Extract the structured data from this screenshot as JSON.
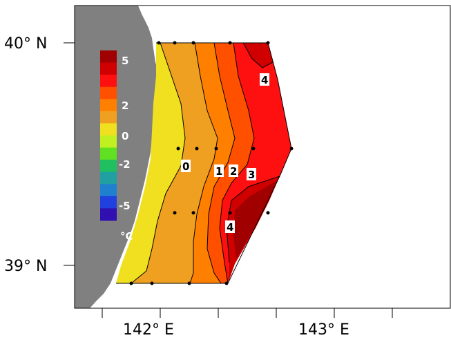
{
  "map": {
    "axes": {
      "lat_labels": [
        "40° N",
        "39° N"
      ],
      "lon_labels": [
        "142° E",
        "143° E"
      ]
    },
    "colorbar": {
      "tick_labels": [
        "5",
        "2",
        "0",
        "-2",
        "-5"
      ],
      "unit": "°C",
      "colors": [
        "#a00000",
        "#d00000",
        "#ff1010",
        "#ff5000",
        "#ff8000",
        "#f0a020",
        "#f0e020",
        "#c0f020",
        "#60e020",
        "#20c060",
        "#20a0a0",
        "#2080d0",
        "#2040e0",
        "#3010b0"
      ]
    },
    "contour_labels": [
      "0",
      "1",
      "2",
      "3",
      "4",
      "4"
    ],
    "colors": {
      "land": "#808080",
      "frame": "#000000"
    }
  }
}
